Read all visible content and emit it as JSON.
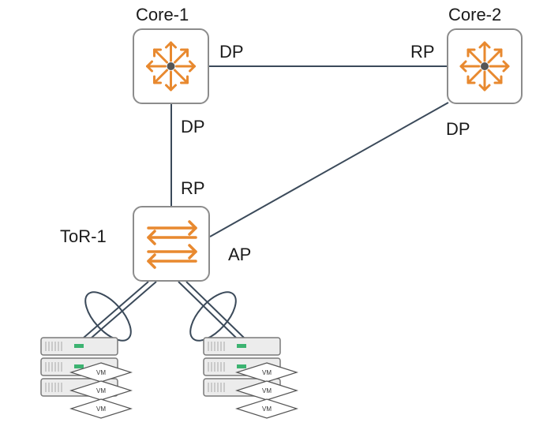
{
  "nodes": {
    "core1": {
      "name": "Core-1"
    },
    "core2": {
      "name": "Core-2"
    },
    "tor1": {
      "name": "ToR-1"
    }
  },
  "ports": {
    "core1_right": "DP",
    "core1_down": "DP",
    "core2_left": "RP",
    "core2_down": "DP",
    "tor1_up": "RP",
    "tor1_right": "AP"
  },
  "servers": {
    "left": {
      "vms": [
        "VM",
        "VM",
        "VM"
      ]
    },
    "right": {
      "vms": [
        "VM",
        "VM",
        "VM"
      ]
    }
  },
  "colors": {
    "icon_orange": "#e8892f",
    "link": "#3b4a5a",
    "node_border": "#8c8c8c",
    "server_fill": "#ececec"
  },
  "icons": {
    "core": "router-arrows-icon",
    "tor": "switch-arrows-icon",
    "server": "server-rack-icon",
    "vm": "vm-diamond-icon"
  }
}
